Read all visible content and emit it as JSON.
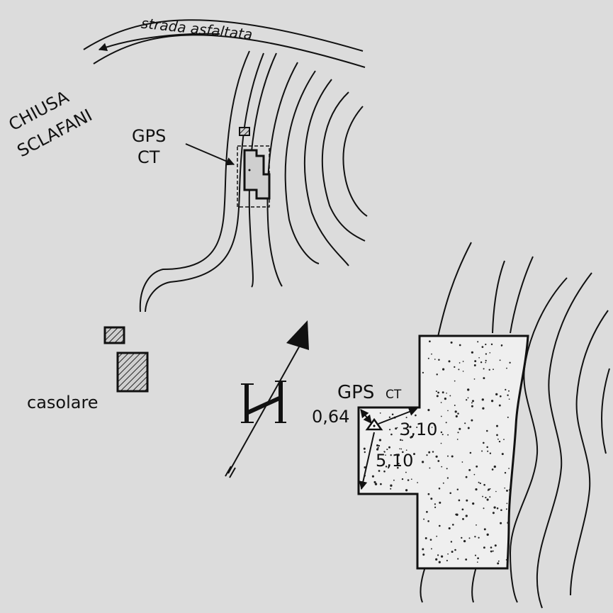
{
  "labels": {
    "road": "strada asfaltata",
    "town_line1": "CHIUSA",
    "town_line2": "SCLAFANI",
    "gps_top_line1": "GPS",
    "gps_top_line2": "CT",
    "farmhouse": "casolare",
    "gps_detail": "GPS",
    "gps_detail_suffix": "CT",
    "meas_a": "0,64",
    "meas_b": "3,10",
    "meas_c": "5,10"
  },
  "colors": {
    "ink": "#111111",
    "paper": "#dcdcdc",
    "fill": "#efefef"
  },
  "icons": {
    "north_arrow": "north-arrow-icon",
    "station": "triangle-station-icon",
    "building_hatch": "hatched-building-icon"
  }
}
